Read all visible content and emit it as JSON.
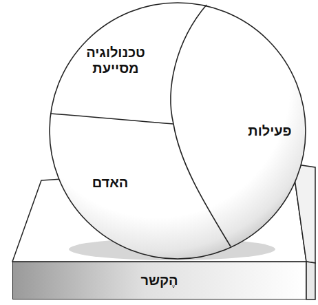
{
  "diagram": {
    "nodes": [
      {
        "text": [
          "טכנולוגיה מסייעת"
        ]
      },
      {
        "text": [
          "פעילות"
        ]
      },
      {
        "text": [
          "האדם"
        ]
      },
      {
        "text": [
          "הֶקשר"
        ]
      }
    ]
  }
}
